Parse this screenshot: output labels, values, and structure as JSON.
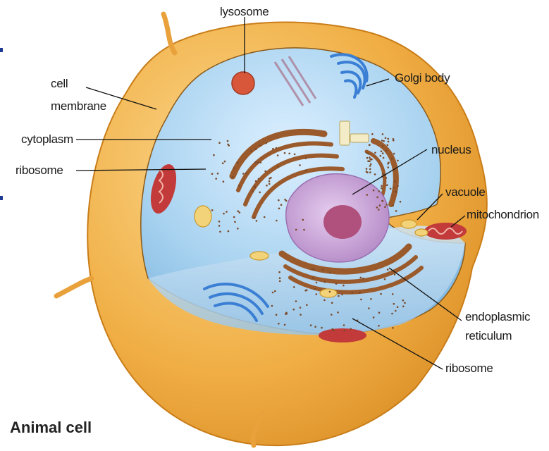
{
  "title": "Animal cell",
  "labels": {
    "lysosome": "lysosome",
    "cell_membrane_line1": "cell",
    "cell_membrane_line2": "membrane",
    "cytoplasm": "cytoplasm",
    "ribosome_left": "ribosome",
    "golgi_body": "Golgi body",
    "nucleus": "nucleus",
    "vacuole": "vacuole",
    "mitochondrion": "mitochondrion",
    "er_line1": "endoplasmic",
    "er_line2": "reticulum",
    "ribosome_right": "ribosome"
  },
  "colors": {
    "membrane": "#f2b24a",
    "cytoplasm": "#a9d3f0",
    "nucleus": "#c9a2d6",
    "nucleolus": "#b0517d",
    "er": "#9a5a2c",
    "golgi": "#3b7fd4",
    "mitochondrion": "#c23a3a",
    "vacuole": "#f3d37a"
  }
}
